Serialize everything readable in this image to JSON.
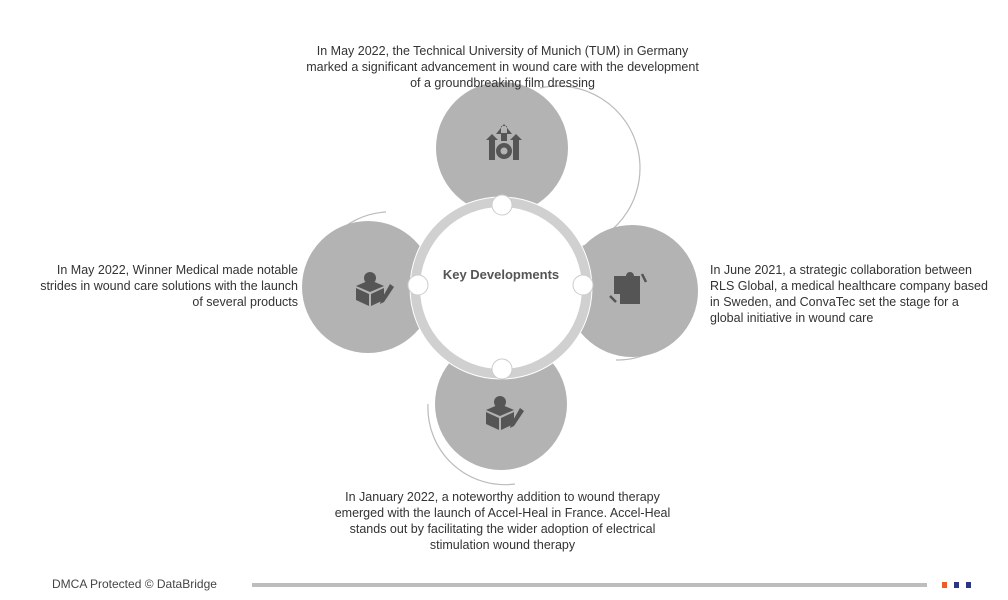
{
  "center_label": "Key Developments",
  "items": [
    {
      "position": "top",
      "icon": "growth-gear-icon",
      "text": "In May 2022, the Technical University of Munich (TUM) in Germany marked a significant advancement in wound care with the development of a groundbreaking film dressing"
    },
    {
      "position": "right",
      "icon": "puzzle-collaboration-icon",
      "text": "In June 2021, a strategic collaboration between RLS Global, a medical healthcare company based in Sweden, and ConvaTec set the stage for a global initiative in wound care"
    },
    {
      "position": "bottom",
      "icon": "product-box-idea-icon",
      "text": "In January 2022, a noteworthy addition to wound therapy emerged with the launch of Accel-Heal in France. Accel-Heal stands out by facilitating the wider adoption of electrical stimulation wound therapy"
    },
    {
      "position": "left",
      "icon": "product-box-idea-icon",
      "text": "In May 2022, Winner Medical made notable strides in wound care solutions with the launch of several products"
    }
  ],
  "footer": {
    "text": "DMCA Protected © DataBridge"
  },
  "colors": {
    "circle": "#b3b3b3",
    "ring": "#d0d0d0",
    "icon": "#555555",
    "accent_orange": "#f05a28",
    "accent_navy": "#2b3582"
  }
}
